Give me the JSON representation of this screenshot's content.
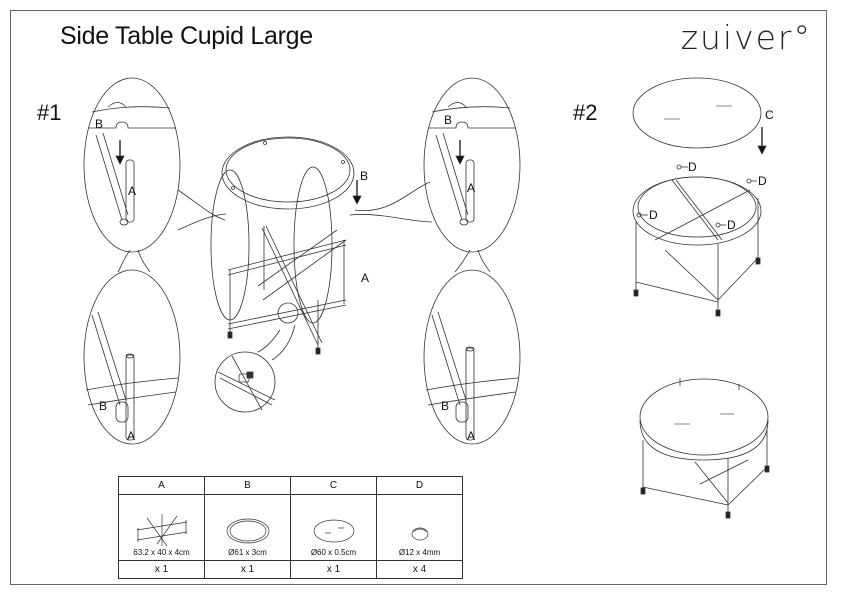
{
  "title": "Side Table Cupid Large",
  "brand": "zuiver°",
  "steps": [
    "#1",
    "#2"
  ],
  "labels": {
    "a": "A",
    "b": "B",
    "c": "C",
    "d": "D"
  },
  "parts": [
    {
      "letter": "A",
      "dim": "63.2 x 40 x 4cm",
      "qty": "x 1"
    },
    {
      "letter": "B",
      "dim": "Ø61 x 3cm",
      "qty": "x 1"
    },
    {
      "letter": "C",
      "dim": "Ø60 x 0.5cm",
      "qty": "x 1"
    },
    {
      "letter": "D",
      "dim": "Ø12 x 4mm",
      "qty": "x 4"
    }
  ]
}
